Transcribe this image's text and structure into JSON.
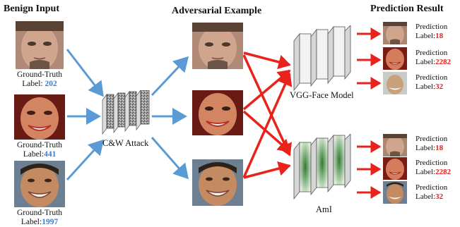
{
  "headers": {
    "benign": "Benign Input",
    "adversarial": "Adversarial Example",
    "prediction": "Prediction Result"
  },
  "benign_inputs": [
    {
      "label_prefix": "Ground-Truth",
      "label_word": "Label:",
      "label_value": "202"
    },
    {
      "label_prefix": "Ground-Truth",
      "label_word": "Label:",
      "label_value": "441"
    },
    {
      "label_prefix": "Ground-Truth",
      "label_word": "Label:",
      "label_value": "1997"
    }
  ],
  "attack": {
    "label": "C&W Attack"
  },
  "models": {
    "vgg": {
      "label": "VGG-Face Model"
    },
    "ami": {
      "label": "AmI"
    }
  },
  "vgg_predictions": [
    {
      "line1": "Prediction",
      "line2": "Label:",
      "value": "18"
    },
    {
      "line1": "Prediction",
      "line2": "Label:",
      "value": "2282"
    },
    {
      "line1": "Prediction",
      "line2": "Label:",
      "value": "32"
    }
  ],
  "ami_predictions": [
    {
      "line1": "Prediction",
      "line2": "Label:",
      "value": "18"
    },
    {
      "line1": "Prediction",
      "line2": "Label:",
      "value": "2282"
    },
    {
      "line1": "Prediction",
      "line2": "Label:",
      "value": "32"
    }
  ],
  "colors": {
    "blue_arrow": "#5b9bd5",
    "red_arrow": "#e8231b",
    "blue_text": "#3a7bd5",
    "red_text": "#e8201a"
  }
}
